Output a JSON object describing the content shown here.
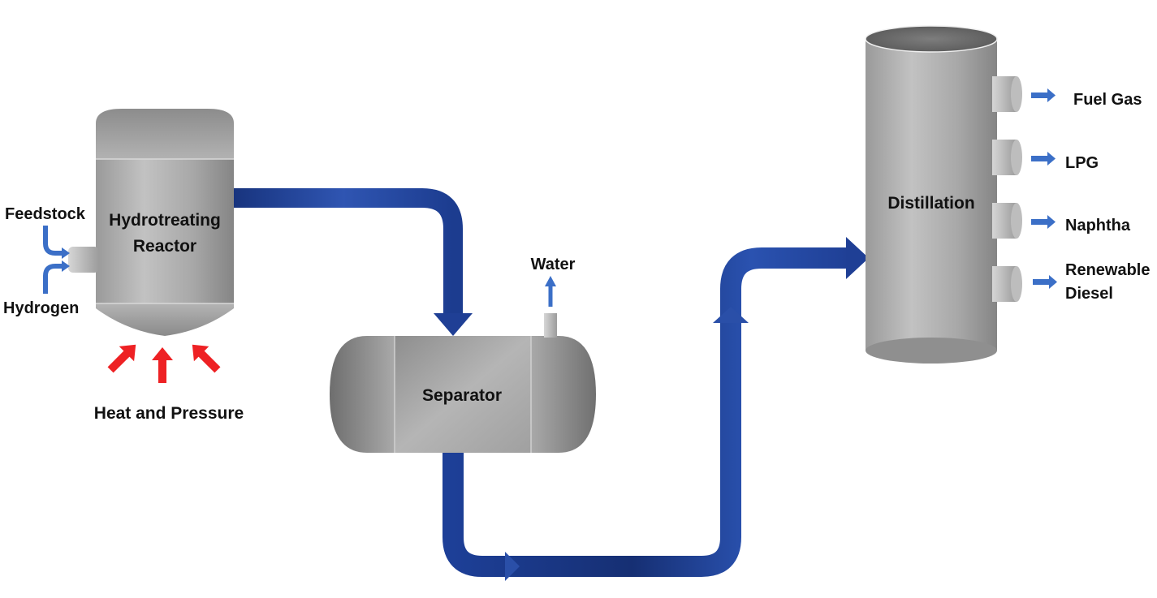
{
  "labels": {
    "feedstock": "Feedstock",
    "hydrogen": "Hydrogen",
    "reactor_line1": "Hydrotreating",
    "reactor_line2": "Reactor",
    "heat_pressure": "Heat and Pressure",
    "separator": "Separator",
    "water": "Water",
    "distillation": "Distillation",
    "product_fuel_gas": "Fuel Gas",
    "product_lpg": "LPG",
    "product_naphtha": "Naphtha",
    "product_renewable_line1": "Renewable",
    "product_renewable_line2": "Diesel"
  },
  "colors": {
    "pipe": "#1f3f95",
    "pipe_highlight": "#3d63c4",
    "small_arrow": "#3b6fc7",
    "heat_arrow": "#ee2124",
    "vessel_gray": "#a4a4a4"
  },
  "icons": {
    "heat": "red-arrow-icon",
    "flow": "blue-arrow-icon"
  }
}
